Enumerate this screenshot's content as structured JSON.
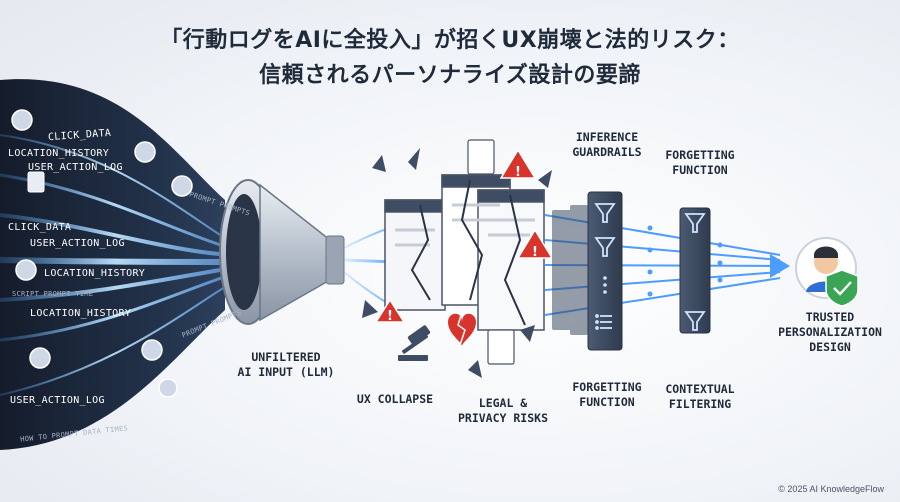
{
  "title": {
    "line1": "「行動ログをAIに全投入」が招くUX崩壊と法的リスク：",
    "line2": "信頼されるパーソナライズ設計の要諦"
  },
  "stream_labels": [
    {
      "text": "CLICK_DATA"
    },
    {
      "text": "LOCATION_HISTORY"
    },
    {
      "text": "USER_ACTION_LOG"
    },
    {
      "text": "CLICK_DATA"
    },
    {
      "text": "USER_ACTION_LOG"
    },
    {
      "text": "LOCATION_HISTORY"
    },
    {
      "text": "LOCATION_HISTORY"
    },
    {
      "text": "USER_ACTION_LOG"
    }
  ],
  "stream_faint": [
    {
      "text": "SCRIPT PROMPT TIME"
    },
    {
      "text": "PROMPT PROMPTS"
    },
    {
      "text": "PROMPT PROMPTS"
    },
    {
      "text": "HOW TO PROMPT DATA TIMES"
    }
  ],
  "labels": {
    "unfiltered": "UNFILTERED\nAI INPUT (LLM)",
    "ux_collapse": "UX COLLAPSE",
    "legal": "LEGAL &\nPRIVACY RISKS",
    "inference": "INFERENCE\nGUARDRAILS",
    "forgetting_top": "FORGETTING\nFUNCTION",
    "forgetting_bottom": "FORGETTING\nFUNCTION",
    "contextual": "CONTEXTUAL\nFILTERING",
    "trusted": "TRUSTED\nPERSONALIZATION\nDESIGN"
  },
  "icons": {
    "user_avatar": "user-avatar-icon",
    "document": "document-icon",
    "warning": "warning-icon",
    "funnel": "funnel-icon",
    "filter": "filter-icon",
    "shield": "shield-check-icon",
    "gavel": "gavel-icon",
    "broken_heart": "broken-heart-icon"
  },
  "colors": {
    "dark_stream": "#1e2a3d",
    "glow": "#7fc4ff",
    "warning": "#d9342b",
    "shield": "#3aa655",
    "panel": "#3e4d63"
  },
  "footer": "© 2025 AI KnowledgeFlow"
}
